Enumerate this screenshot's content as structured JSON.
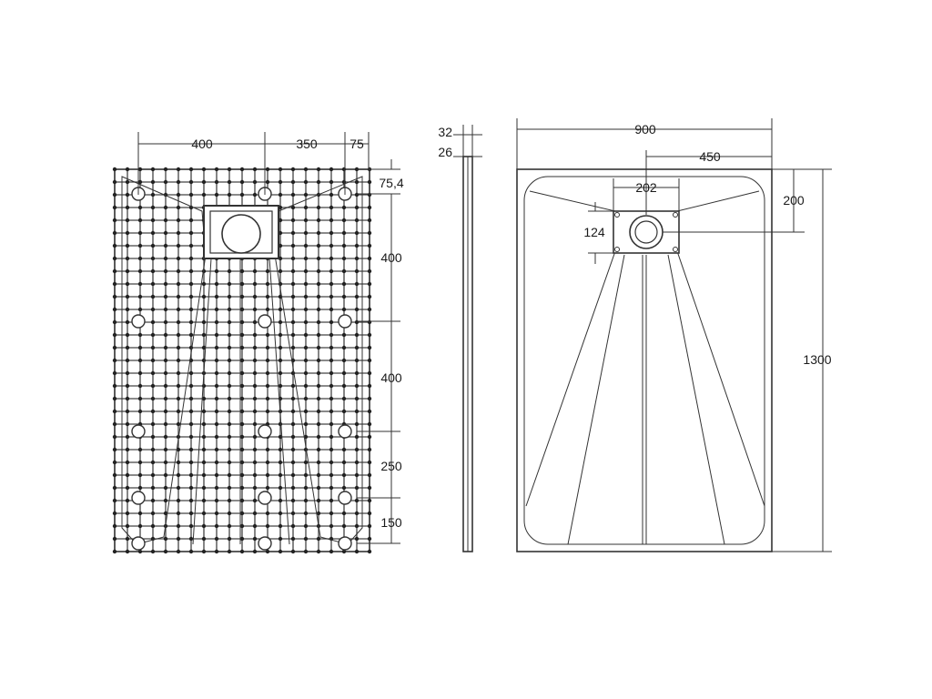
{
  "bottom_view": {
    "dim_top": [
      "400",
      "350",
      "75"
    ],
    "dim_right": [
      "75,4",
      "400",
      "400",
      "250",
      "150"
    ]
  },
  "side_view": {
    "dim_total": "32",
    "dim_inner": "26"
  },
  "top_view": {
    "dim_width": "900",
    "dim_half": "450",
    "dim_drain_box": "202",
    "dim_drain_offset": "200",
    "dim_drain_height": "124",
    "dim_length": "1300"
  },
  "colors": {
    "line": "#333333",
    "text": "#1a1a1a",
    "background": "#ffffff"
  }
}
